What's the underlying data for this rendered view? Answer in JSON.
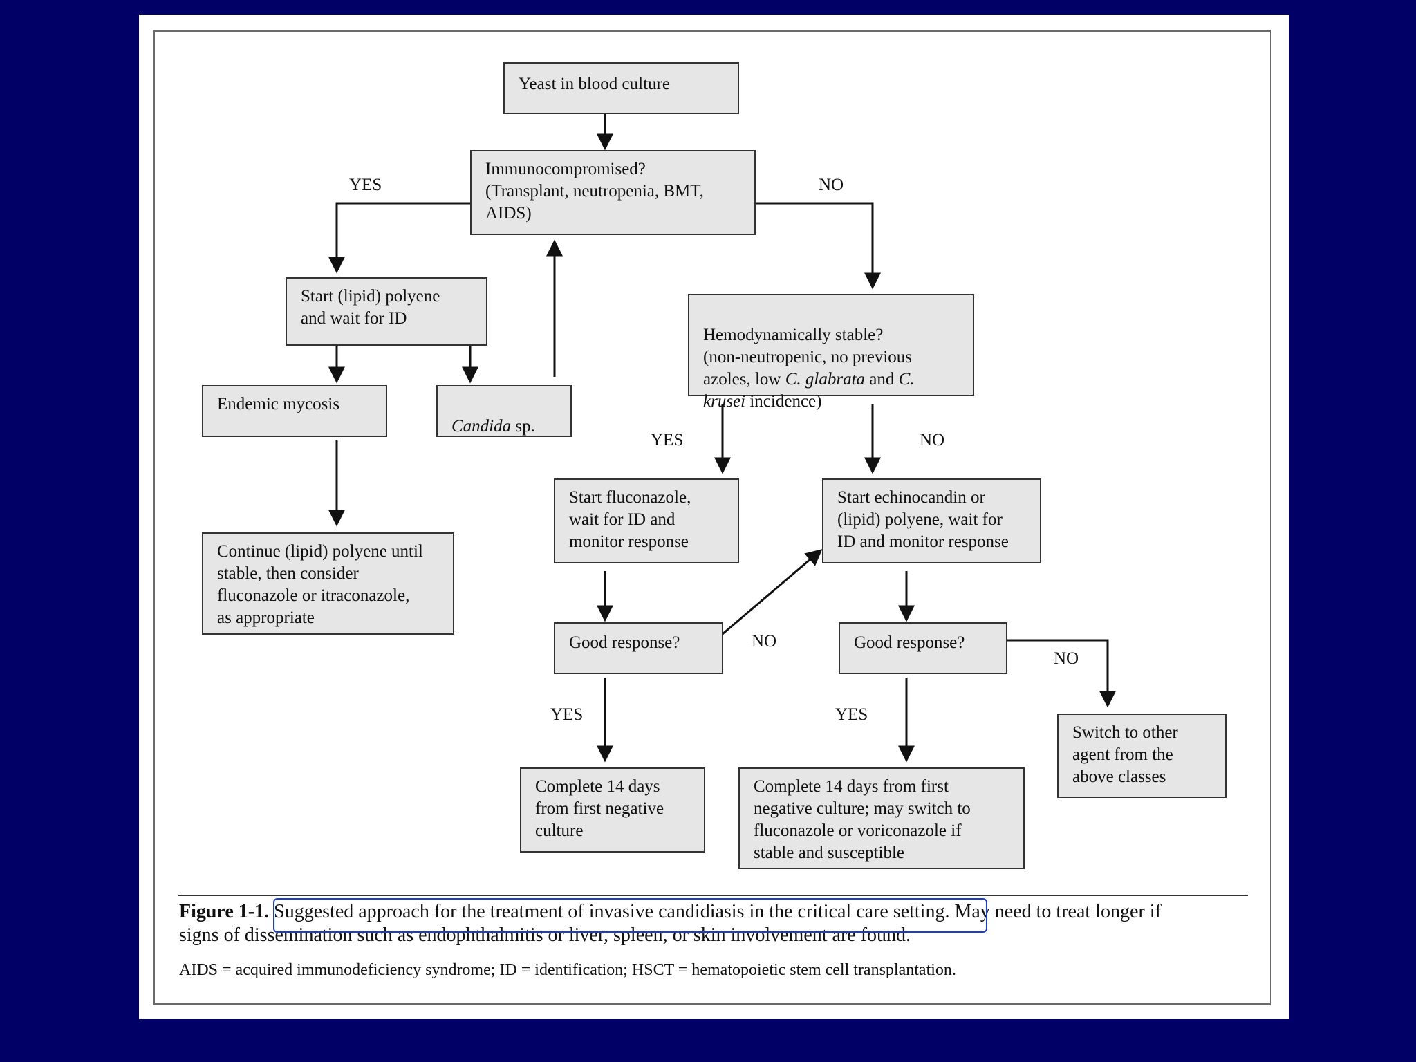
{
  "flowchart": {
    "start": "Yeast in blood culture",
    "immuno_q": "Immunocompromised?\n(Transplant, neutropenia, BMT,\nAIDS)",
    "start_polyene": "Start (lipid) polyene\nand wait for ID",
    "endemic": "Endemic mycosis",
    "candida_italic": "Candida",
    "candida_rest": " sp.",
    "continue_polyene": "Continue (lipid) polyene until\nstable, then consider\nfluconazole or itraconazole,\nas appropriate",
    "hemo_q_1": "Hemodynamically stable?\n(non-neutropenic, no previous\nazoles, low ",
    "hemo_q_glabrata": "C. glabrata",
    "hemo_q_2": " and ",
    "hemo_q_c": "C.",
    "hemo_q_krusei": "krusei",
    "hemo_q_3": " incidence)",
    "start_fluconazole": "Start fluconazole,\nwait for ID and\nmonitor response",
    "start_echinocandin": "Start echinocandin or\n(lipid) polyene, wait for\nID and monitor response",
    "good_response_1": "Good response?",
    "good_response_2": "Good response?",
    "complete_14_a": "Complete 14 days\nfrom first negative\nculture",
    "complete_14_b": "Complete 14 days from first\nnegative culture; may switch to\nfluconazole or voriconazole if\nstable and susceptible",
    "switch_agent": "Switch to other\nagent from the\nabove classes"
  },
  "labels": {
    "yes": "YES",
    "no": "NO"
  },
  "caption": {
    "figure_label": "Figure 1-1.",
    "highlighted_text": "Suggested approach for the treatment of invasive candidiasis in the critical care setting.",
    "rest_line1": "May need to treat longer if",
    "line2": "signs of dissemination such as endophthalmitis or liver, spleen, or skin involvement are found.",
    "abbreviations": "AIDS = acquired immunodeficiency syndrome; ID = identification; HSCT = hematopoietic stem cell transplantation."
  },
  "colors": {
    "slide_background": "#000066",
    "box_fill": "#e6e6e6",
    "highlight_border": "#1a3fd0"
  }
}
